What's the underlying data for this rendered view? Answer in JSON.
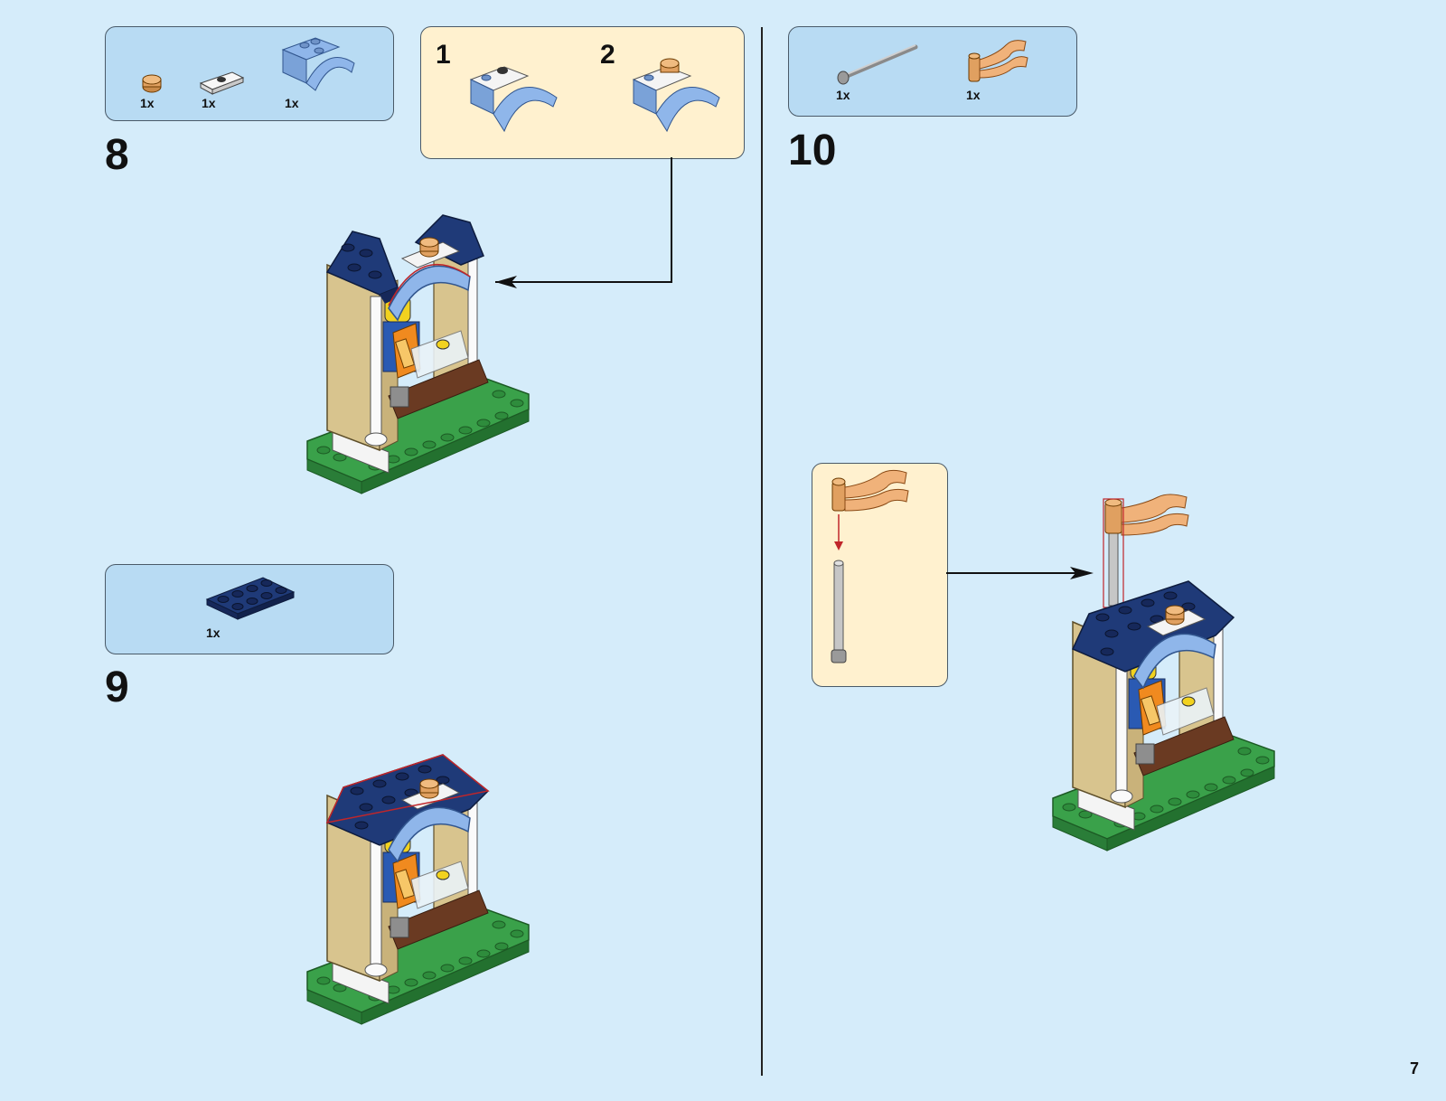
{
  "page_number": "7",
  "steps": [
    {
      "number": "8",
      "parts": [
        {
          "icon": "tan-round-tile-icon",
          "qty": "1x"
        },
        {
          "icon": "white-jumper-plate-icon",
          "qty": "1x"
        },
        {
          "icon": "blue-arch-brick-icon",
          "qty": "1x"
        }
      ],
      "sub_steps": [
        "1",
        "2"
      ]
    },
    {
      "number": "9",
      "parts": [
        {
          "icon": "dark-blue-plate-2x4-icon",
          "qty": "1x"
        }
      ]
    },
    {
      "number": "10",
      "parts": [
        {
          "icon": "grey-bar-icon",
          "qty": "1x"
        },
        {
          "icon": "tan-flag-icon",
          "qty": "1x"
        }
      ]
    }
  ],
  "colors": {
    "background": "#d5ecfa",
    "parts_box": "#b8dbf3",
    "sub_box": "#fff1cf",
    "dark_blue": "#1f3a78",
    "light_blue": "#8fb6ea",
    "tan": "#d8c48e",
    "green": "#3aa14a",
    "flag": "#f0b27a"
  }
}
